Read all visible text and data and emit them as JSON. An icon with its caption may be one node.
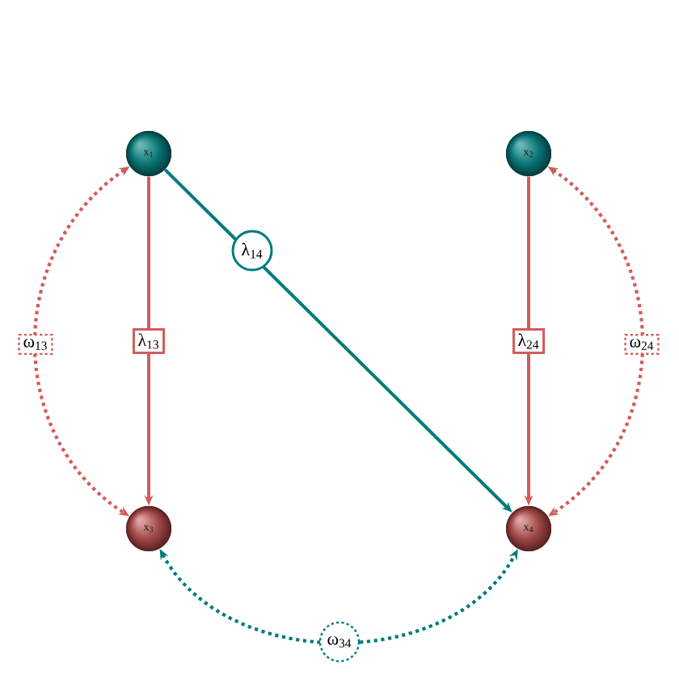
{
  "diagram": {
    "nodes": [
      {
        "text": [
          "x$_{1}$"
        ]
      },
      {
        "text": [
          "x$_{2}$"
        ]
      },
      {
        "text": [
          "x$_{3}$"
        ]
      },
      {
        "text": [
          "x$_{4}$"
        ]
      }
    ],
    "edges": [
      {
        "from": 0,
        "to": 2,
        "arrow": "to",
        "label": "λ$_{13}$"
      },
      {
        "from": 0,
        "to": 3,
        "arrow": "to",
        "label": "λ$_{14}$",
        "color": "#007b7b"
      },
      {
        "from": 1,
        "to": 3,
        "arrow": "to",
        "label": "λ$_{24}$"
      },
      {
        "from": 0,
        "to": 2,
        "arrow": "both",
        "label": "ω$_{13}$",
        "style": "dashed"
      },
      {
        "from": 1,
        "to": 3,
        "arrow": "both",
        "label": "ω$_{24}$",
        "style": "dashed"
      },
      {
        "from": 2,
        "to": 3,
        "arrow": "both",
        "label": "ω$_{34}$",
        "style": "dashed",
        "color": "#007b7b"
      }
    ]
  }
}
